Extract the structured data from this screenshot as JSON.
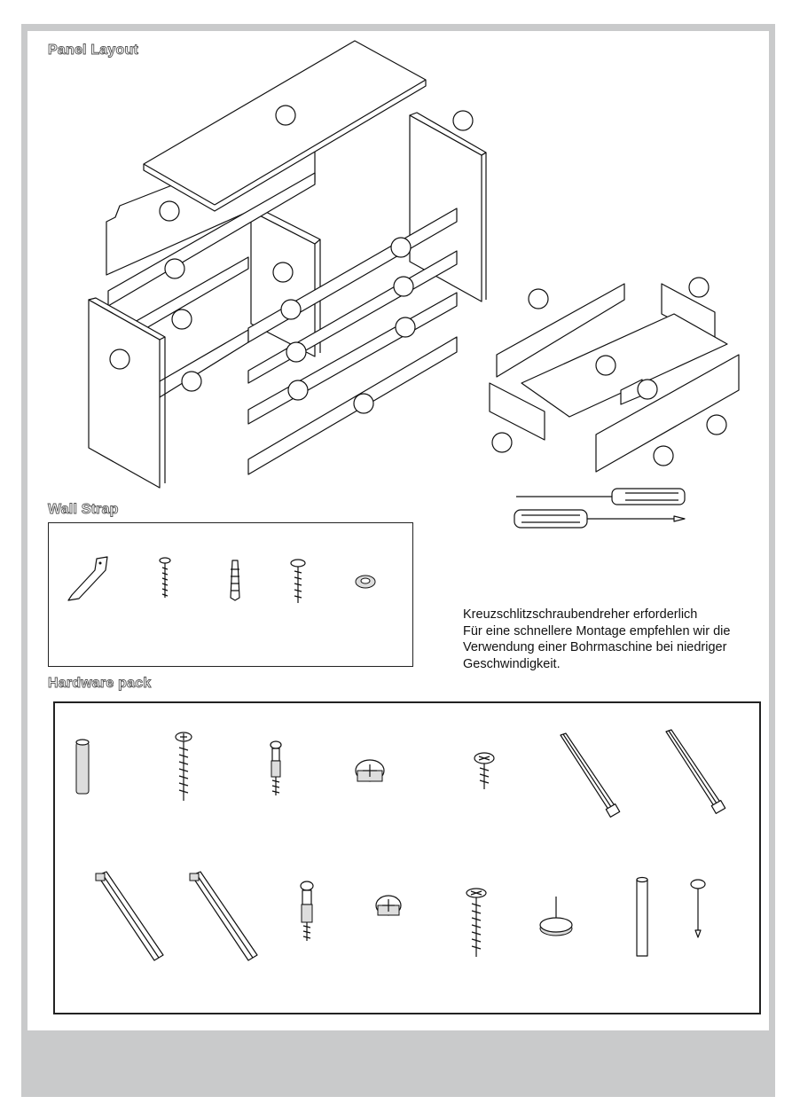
{
  "headings": {
    "panel_layout": "Panel Layout",
    "wall_strap": "Wall Strap",
    "hardware_pack": "Hardware pack"
  },
  "note": {
    "line1": "Kreuzschlitzschraubendreher erforderlich",
    "line2": "Für eine schnellere Montage empfehlen wir die",
    "line3": "Verwendung einer Bohrmaschine bei niedriger",
    "line4": "Geschwindigkeit."
  },
  "icons": {
    "wall_strap_parts": [
      "strap-icon",
      "screw-icon",
      "wall-plug-icon",
      "washer-screw-icon",
      "washer-icon"
    ],
    "hardware_row1": [
      "dowel-icon",
      "long-screw-icon",
      "cam-bolt-icon",
      "cam-lock-icon",
      "short-screw-icon",
      "drawer-runner-icon",
      "drawer-runner-icon"
    ],
    "hardware_row2": [
      "drawer-runner-icon",
      "drawer-runner-icon",
      "cam-bolt-icon",
      "cam-lock-icon",
      "long-screw-icon",
      "glide-foot-icon",
      "rod-icon",
      "nail-icon"
    ],
    "tools": [
      "flat-screwdriver-icon",
      "phillips-screwdriver-icon"
    ]
  },
  "colors": {
    "frame_gray": "#c9cacb",
    "line": "#111111"
  }
}
